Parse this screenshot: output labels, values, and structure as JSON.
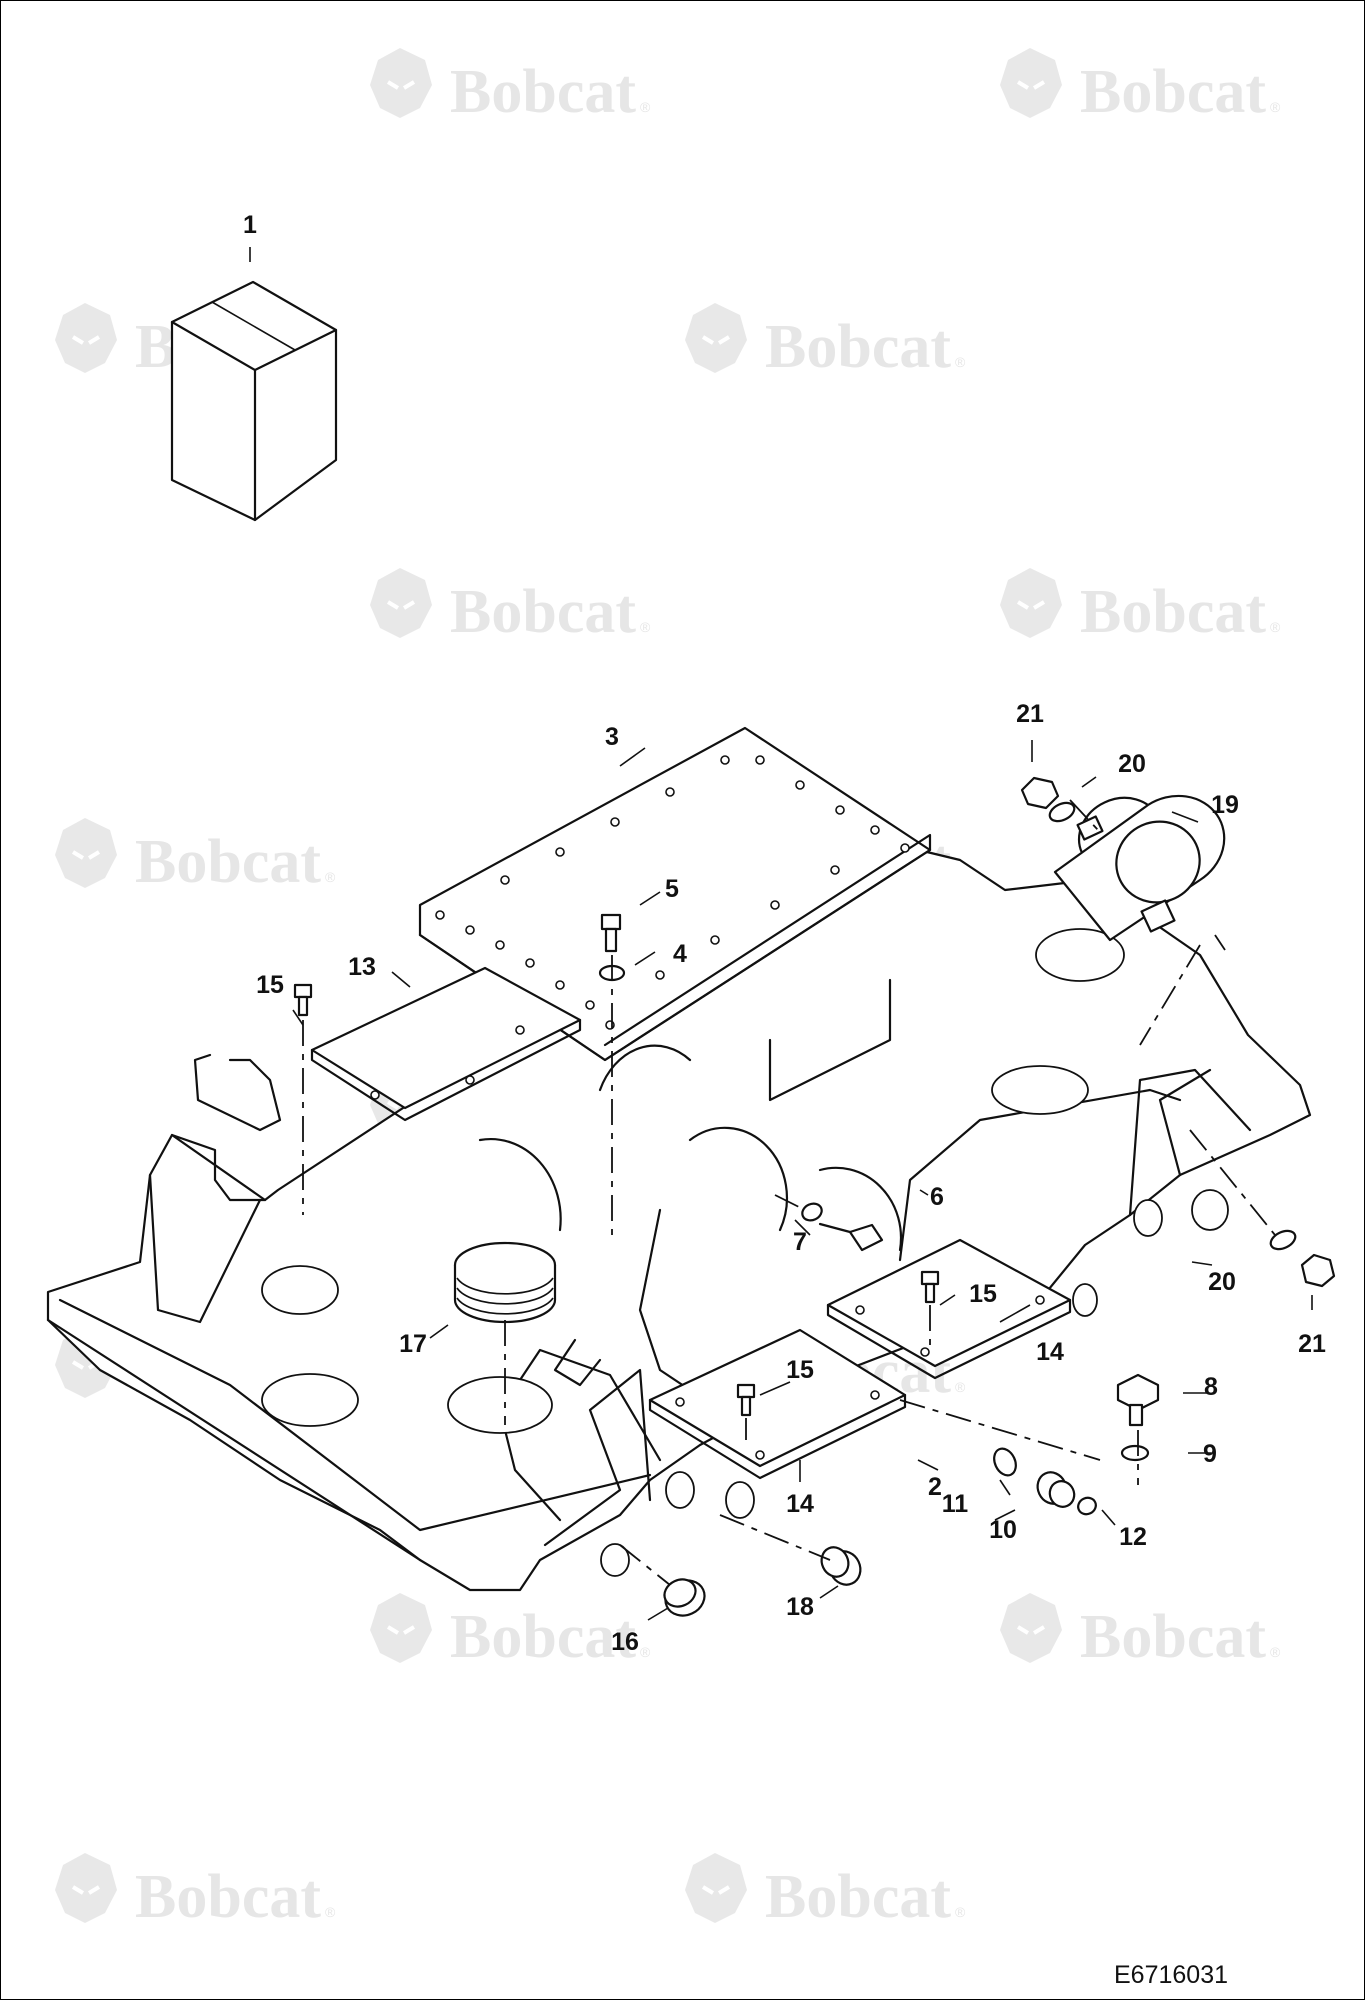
{
  "watermark": {
    "brand": "Bobcat",
    "registered": "®",
    "logo_icon": "bobcat-head-icon"
  },
  "callouts": [
    "1",
    "2",
    "3",
    "4",
    "5",
    "6",
    "7",
    "8",
    "9",
    "10",
    "11",
    "12",
    "13",
    "14",
    "14",
    "15",
    "15",
    "15",
    "16",
    "17",
    "18",
    "19",
    "20",
    "20",
    "21",
    "21"
  ],
  "drawing_id": "E6716031",
  "colors": {
    "line": "#111111",
    "watermark": "#e6e6e6",
    "background": "#ffffff"
  }
}
